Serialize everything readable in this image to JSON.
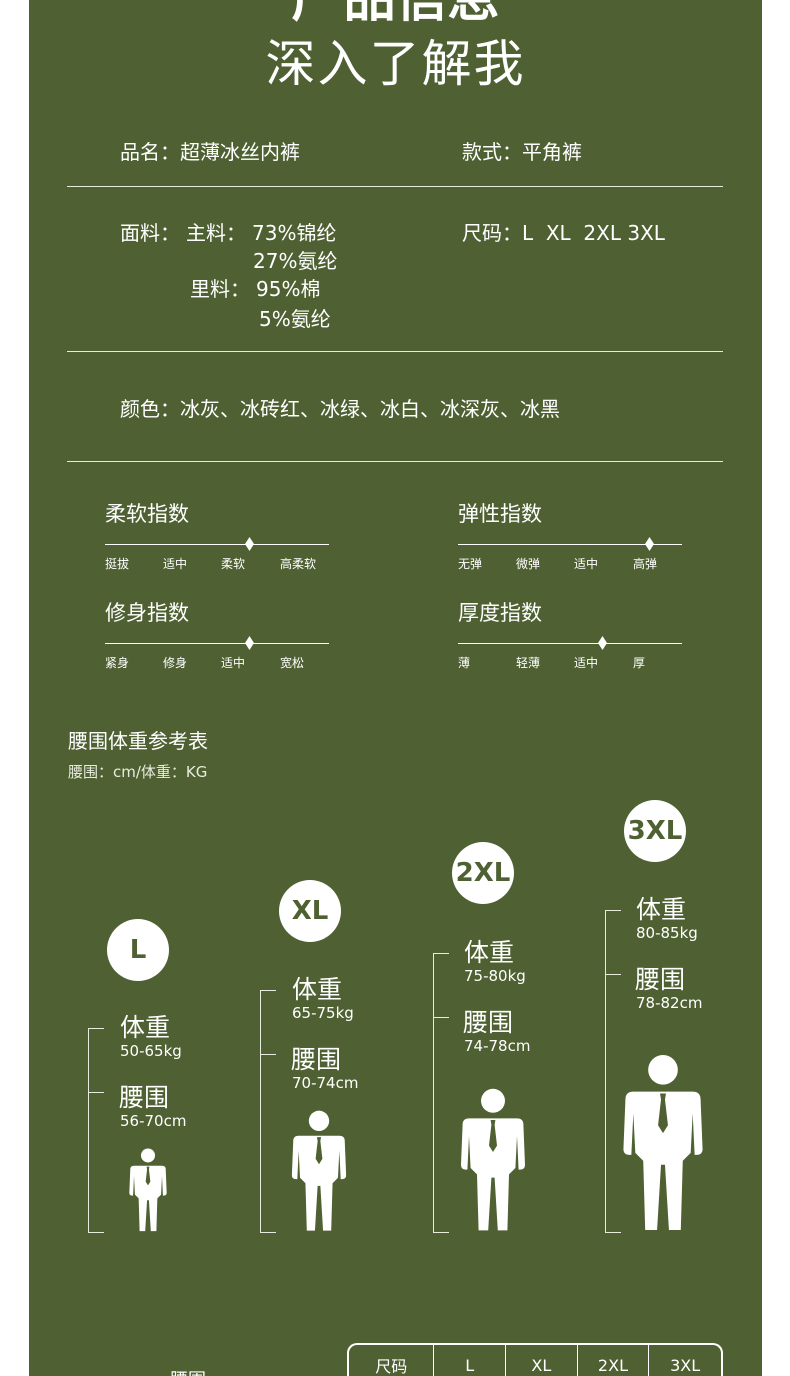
{
  "header": {
    "title": "产品信息",
    "subtitle": "深入了解我"
  },
  "info": {
    "name_label": "品名：",
    "name_value": "超薄冰丝内裤",
    "style_label": "款式：",
    "style_value": "平角裤",
    "fabric_label": "面料：",
    "main_label": "主料：",
    "main_1": "73%锦纶",
    "main_2": "27%氨纶",
    "lining_label": "里料：",
    "lining_1": "95%棉",
    "lining_2": "5%氨纶",
    "size_label": "尺码：",
    "size_value": "L  XL  2XL 3XL",
    "color_label": "颜色：",
    "color_value": "冰灰、冰砖红、冰绿、冰白、冰深灰、冰黑"
  },
  "indices": [
    {
      "title": "柔软指数",
      "labels": [
        "挺拔",
        "适中",
        "柔软",
        "高柔软"
      ],
      "selected_index": 2
    },
    {
      "title": "弹性指数",
      "labels": [
        "无弹",
        "微弹",
        "适中",
        "高弹"
      ],
      "selected_index": 3
    },
    {
      "title": "修身指数",
      "labels": [
        "紧身",
        "修身",
        "适中",
        "宽松"
      ],
      "selected_index": 2
    },
    {
      "title": "厚度指数",
      "labels": [
        "薄",
        "轻薄",
        "适中",
        "厚"
      ],
      "selected_index": 2
    }
  ],
  "chart": {
    "title": "腰围体重参考表",
    "units": "腰围：cm/体重：KG",
    "sizes": [
      {
        "size": "L",
        "weight_label": "体重",
        "weight": "50-65kg",
        "waist_label": "腰围",
        "waist": "56-70cm"
      },
      {
        "size": "XL",
        "weight_label": "体重",
        "weight": "65-75kg",
        "waist_label": "腰围",
        "waist": "70-74cm"
      },
      {
        "size": "2XL",
        "weight_label": "体重",
        "weight": "75-80kg",
        "waist_label": "腰围",
        "waist": "74-78cm"
      },
      {
        "size": "3XL",
        "weight_label": "体重",
        "weight": "80-85kg",
        "waist_label": "腰围",
        "waist": "78-82cm"
      }
    ]
  },
  "table": {
    "header": [
      "尺码",
      "L",
      "XL",
      "2XL",
      "3XL"
    ],
    "row_label_partial": "腰围"
  },
  "colors": {
    "background": "#4f6133",
    "text": "#ffffff"
  }
}
